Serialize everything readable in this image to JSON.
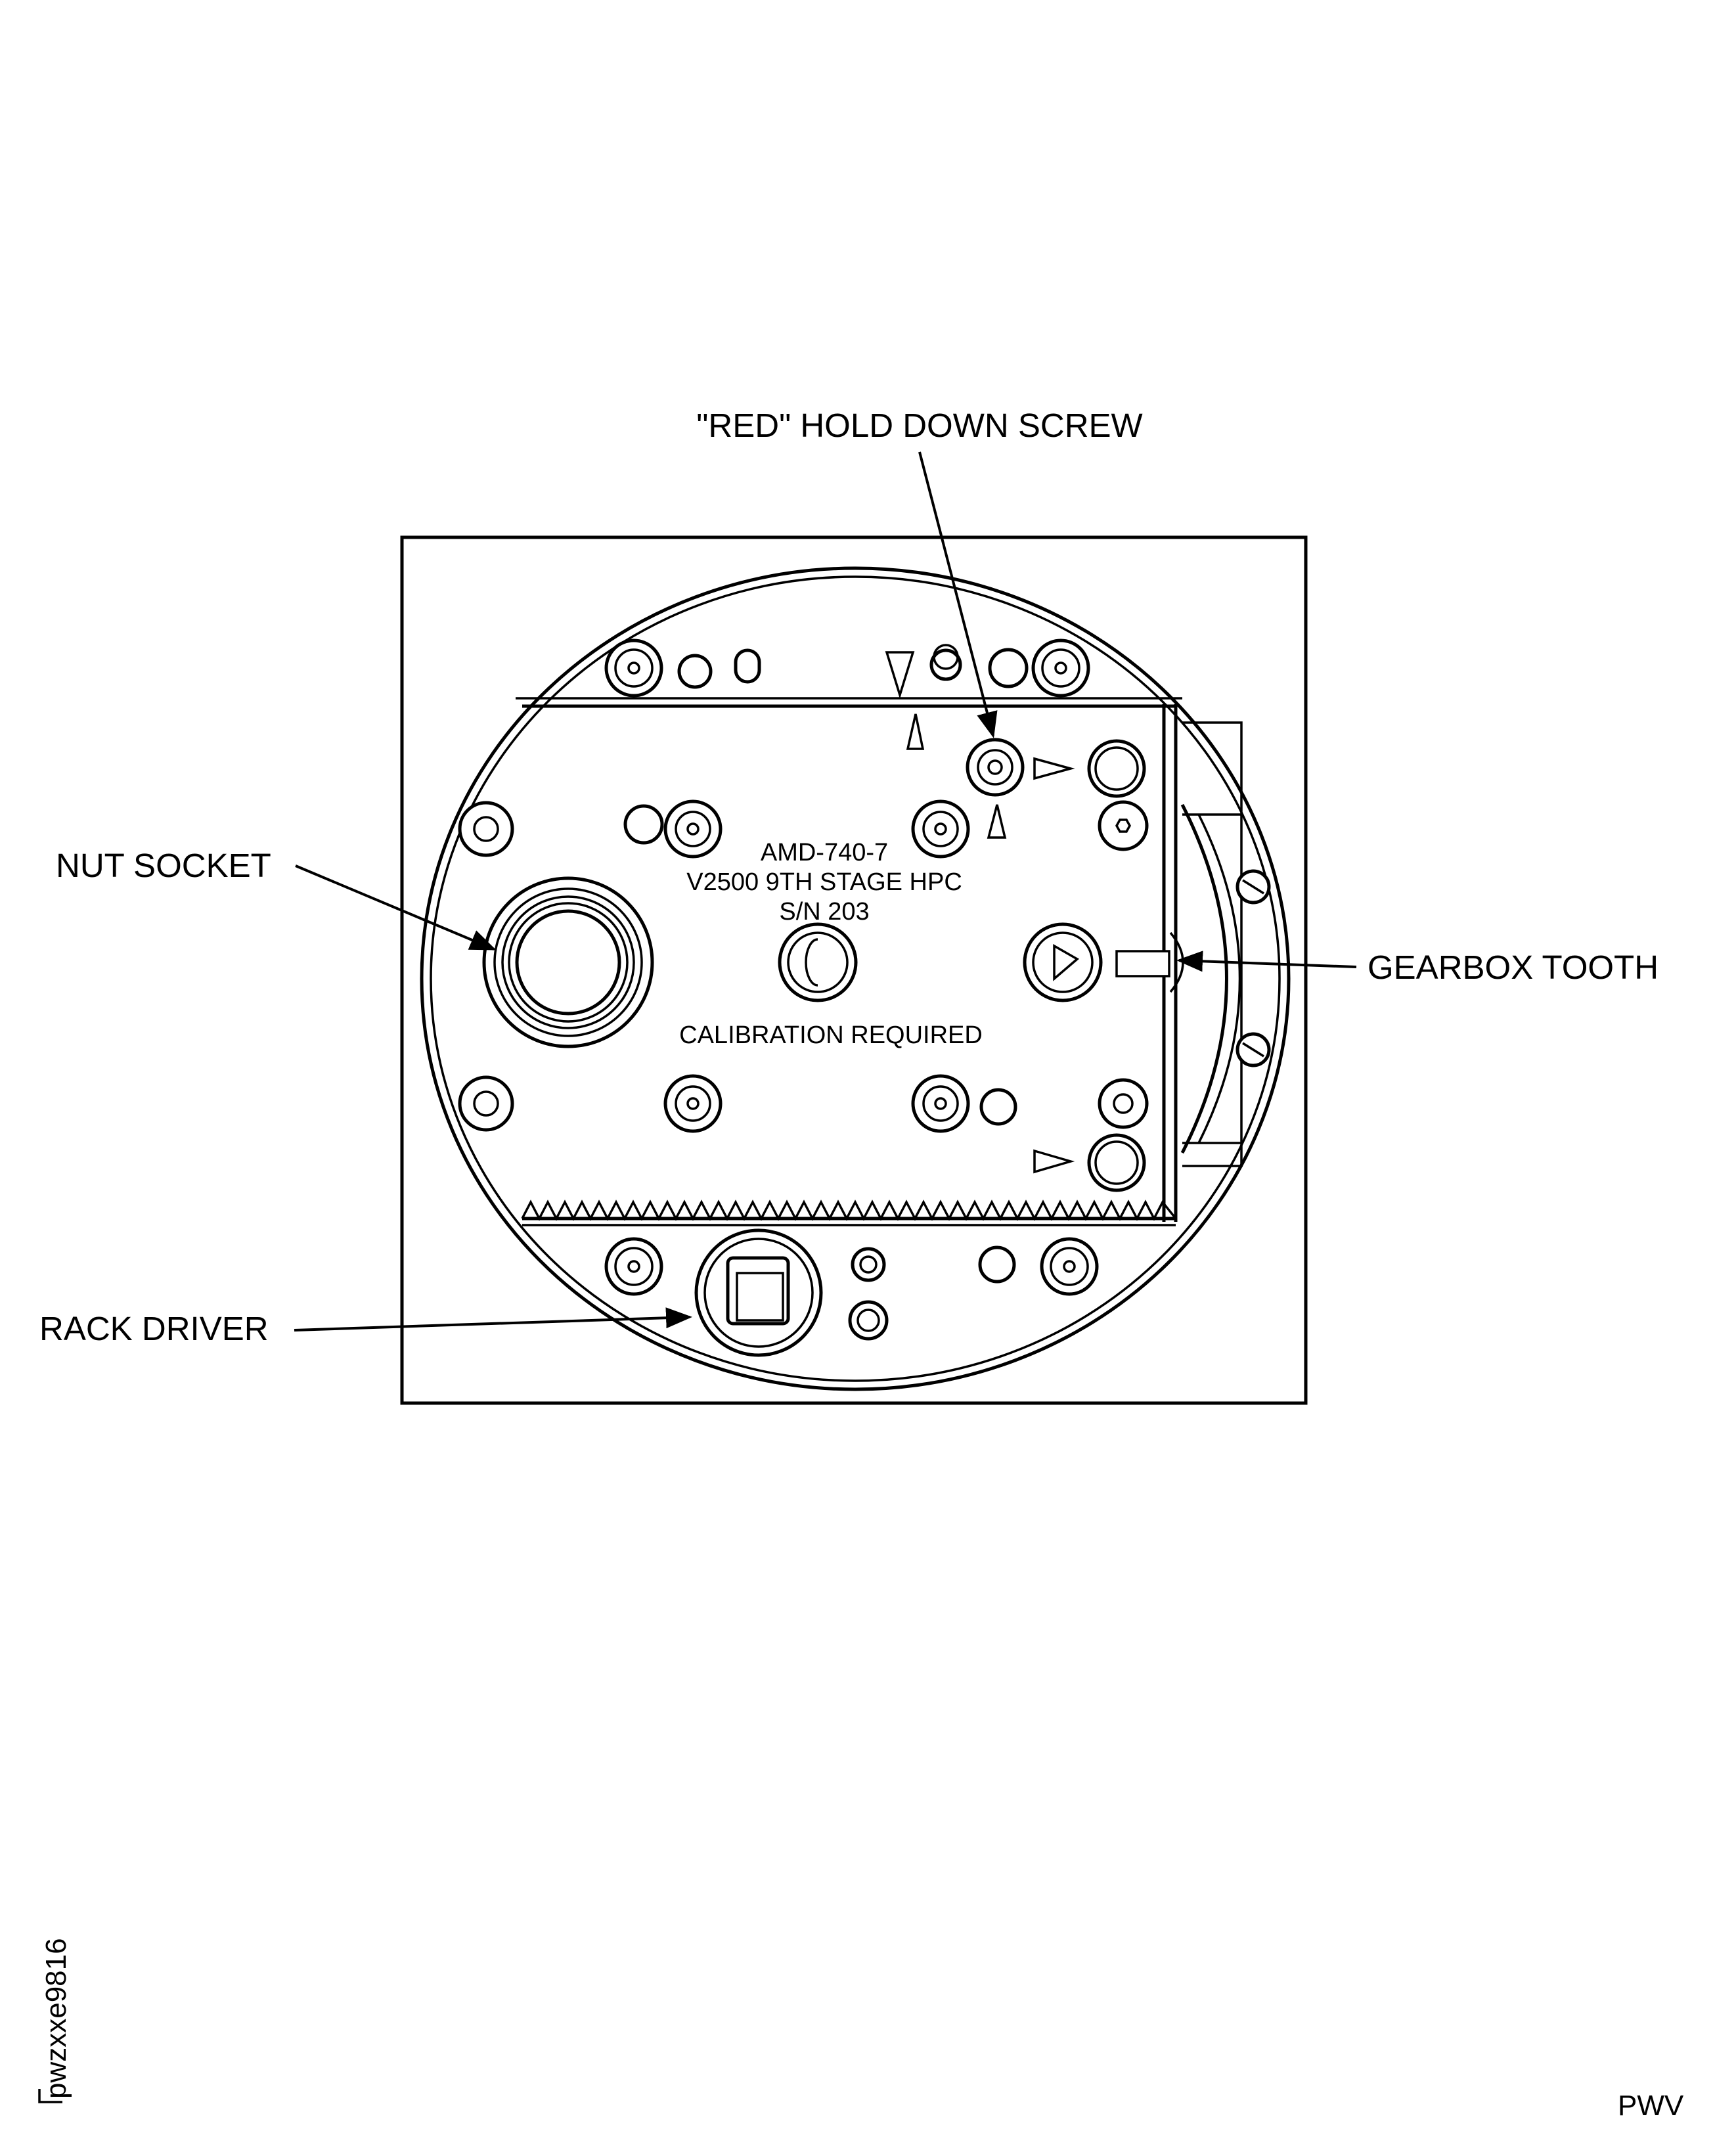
{
  "callouts": {
    "red_hold_down_screw": "\"RED\" HOLD DOWN SCREW",
    "nut_socket": "NUT SOCKET",
    "gearbox_tooth": "GEARBOX TOOTH",
    "rack_driver": "RACK DRIVER"
  },
  "plate": {
    "line1": "AMD-740-7",
    "line2": "V2500 9TH STAGE HPC",
    "line3": "S/N 203",
    "note": "CALIBRATION REQUIRED"
  },
  "figure_id": "pwzxxe9816",
  "corner_mark": "PWV"
}
